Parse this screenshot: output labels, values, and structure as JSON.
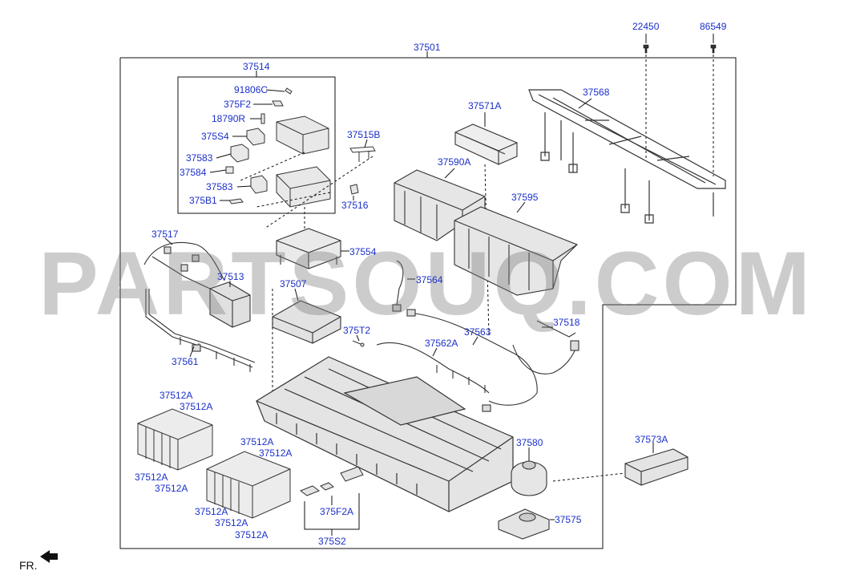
{
  "diagram": {
    "labels": {
      "top_a": "22450",
      "top_b": "86549",
      "main": "37501",
      "sub_box": "37514",
      "p91806c": "91806C",
      "p375f2": "375F2",
      "p18790r": "18790R",
      "p375s4": "375S4",
      "p37583a": "37583",
      "p37584": "37584",
      "p37583b": "37583",
      "p375b1": "375B1",
      "p37515b": "37515B",
      "p37516": "37516",
      "p37571a": "37571A",
      "p37568": "37568",
      "p37590a": "37590A",
      "p37595": "37595",
      "p37517": "37517",
      "p37554": "37554",
      "p37513": "37513",
      "p37507": "37507",
      "p37564": "37564",
      "p375t2": "375T2",
      "p37518": "37518",
      "p37563": "37563",
      "p37562a": "37562A",
      "p37561": "37561",
      "p37512a_1": "37512A",
      "p37512a_2": "37512A",
      "p37512a_3": "37512A",
      "p37512a_4": "37512A",
      "p37512a_5": "37512A",
      "p37512a_6": "37512A",
      "p37512a_7": "37512A",
      "p37512a_8": "37512A",
      "p37512a_9": "37512A",
      "p37580": "37580",
      "p37573a": "37573A",
      "p375f2a": "375F2A",
      "p37575": "37575",
      "p375s2": "375S2"
    },
    "watermark": "PARTSOUQ.COM",
    "front_marker": "FR."
  },
  "colors": {
    "label": "#1a2fc9",
    "line": "#111111",
    "part_stroke": "#333333",
    "part_fill": "#e6e6e6",
    "watermark": "#8c8c8c"
  }
}
